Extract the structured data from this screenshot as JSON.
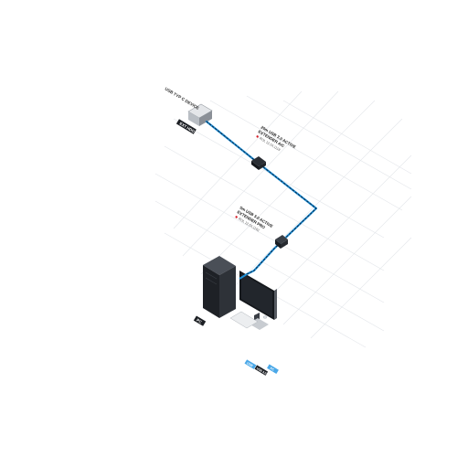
{
  "devices": {
    "usb_device": {
      "label": "USB TYP C DEVICE",
      "tag": "EXT HDD"
    },
    "pc": {
      "tag": "PC"
    }
  },
  "extenders": {
    "upper": {
      "title_line1": "20m USB 3.0 ACTIVE",
      "title_line2": "EXTENDER A/C",
      "part_no": "ROL 12.04.1118"
    },
    "lower": {
      "title_line1": "5m USB 3.0 ACTIVE",
      "title_line2": "EXTENDER PRO",
      "part_no": "ROL 12.04.1102"
    }
  },
  "legend": {
    "items": [
      "USB",
      "USB 3.0",
      "PC"
    ]
  },
  "colors": {
    "cable": "#1f8fd6",
    "cable_dash": "#0b2540",
    "grid": "#d9dde2",
    "tag_bg": "#1c1f24",
    "accent_red": "#d6202a",
    "legend_blue": "#4aa8e8"
  }
}
